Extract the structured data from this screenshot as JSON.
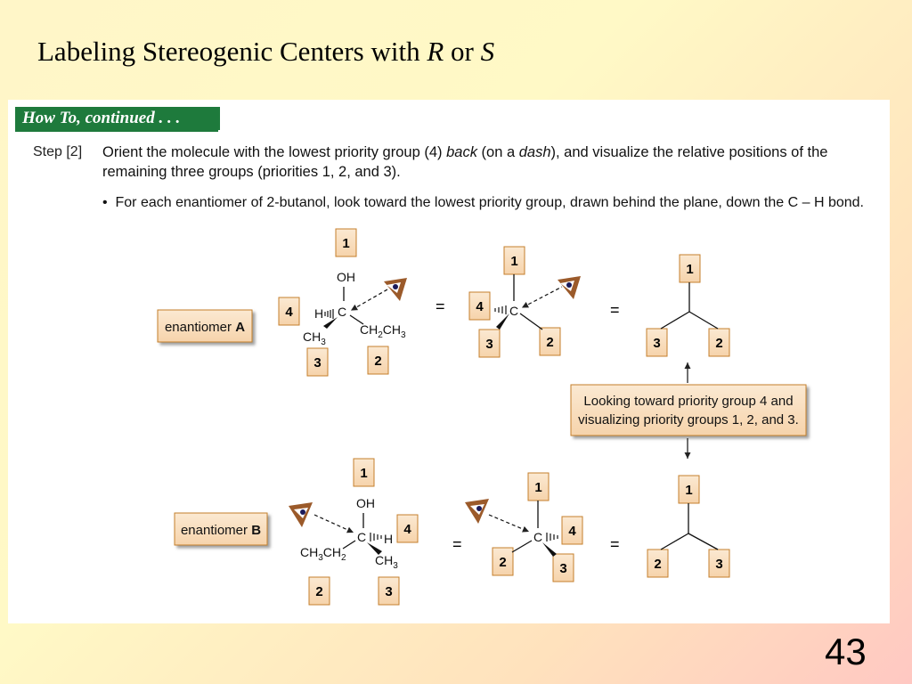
{
  "slide": {
    "title_prefix": "Labeling Stereogenic Centers with ",
    "title_r": "R",
    "title_or": " or ",
    "title_s": "S",
    "page_number": "43"
  },
  "howto": {
    "header": "How To, continued . . .",
    "step_label": "Step [2]",
    "step_part1": "Orient the molecule with the lowest priority group (4) ",
    "step_back": "back",
    "step_part2": " (on a ",
    "step_dash": "dash",
    "step_part3": "), and visualize the relative positions of the remaining three groups (priorities 1, 2, and 3).",
    "bullet": "For each enantiomer of 2-butanol, look toward the lowest priority group, drawn behind the plane, down the C – H bond."
  },
  "diagram": {
    "enantiomer_a_prefix": "enantiomer ",
    "enantiomer_a_letter": "A",
    "enantiomer_b_prefix": "enantiomer ",
    "enantiomer_b_letter": "B",
    "equals": "=",
    "callout_line1": "Looking toward priority group 4 and",
    "callout_line2": "visualizing priority groups 1, 2, and 3.",
    "oh": "OH",
    "h": "H",
    "c": "C",
    "ch": "CH",
    "sub_2": "2",
    "sub_3": "3",
    "p1": "1",
    "p2": "2",
    "p3": "3",
    "p4": "4"
  },
  "colors": {
    "box_fill": "#f9e1c2",
    "box_stroke": "#c47f2c",
    "header_green": "#1e7a3c",
    "eye_brown": "#9b5a2a"
  }
}
